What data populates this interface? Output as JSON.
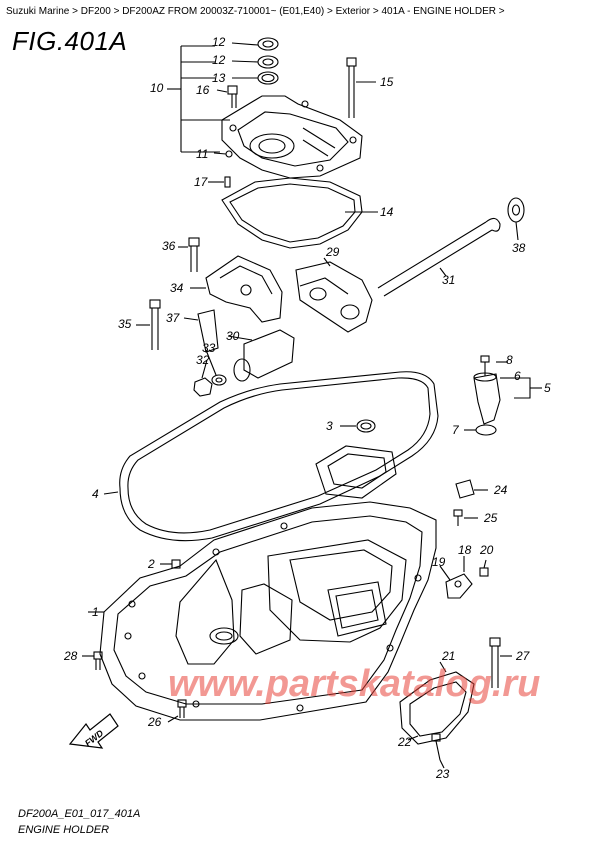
{
  "breadcrumb": {
    "items": [
      "Suzuki Marine",
      "DF200",
      "DF200AZ FROM 20003Z-710001~ (E01,E40)",
      "Exterior",
      "401A - ENGINE HOLDER"
    ],
    "separator": ">"
  },
  "figure": {
    "title": "FIG.401A",
    "code": "DF200A_E01_017_401A",
    "name": "ENGINE HOLDER"
  },
  "watermark": "www.partskatalog.ru",
  "fwd_label": "FWD",
  "callouts": [
    "1",
    "2",
    "3",
    "4",
    "5",
    "6",
    "7",
    "8",
    "10",
    "11",
    "12",
    "12",
    "13",
    "14",
    "15",
    "16",
    "17",
    "18",
    "19",
    "20",
    "21",
    "22",
    "23",
    "24",
    "25",
    "26",
    "27",
    "28",
    "29",
    "30",
    "31",
    "32",
    "33",
    "34",
    "35",
    "36",
    "37",
    "38"
  ],
  "colors": {
    "line": "#000000",
    "watermark": "#e8433a"
  }
}
